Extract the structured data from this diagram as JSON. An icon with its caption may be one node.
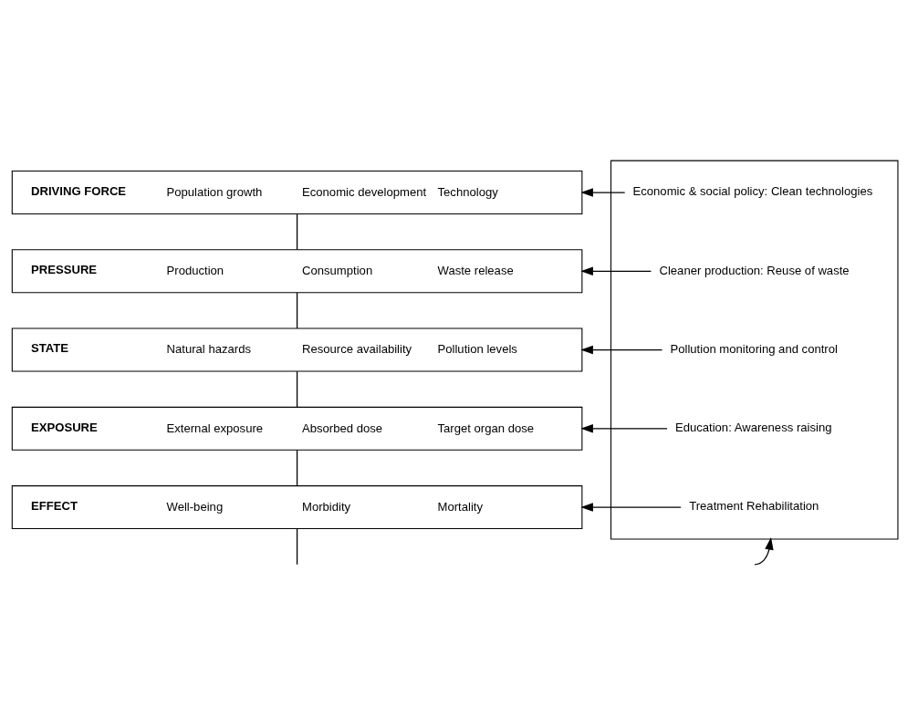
{
  "diagram": {
    "nodes": [
      {
        "text": [
          "DRIVING FORCE",
          "Population growth",
          "Economic development",
          "Technology"
        ]
      },
      {
        "text": [
          "PRESSURE",
          "Production",
          "Consumption",
          "Waste release"
        ]
      },
      {
        "text": [
          "STATE",
          "Natural hazards",
          "Resource availability",
          "Pollution levels"
        ]
      },
      {
        "text": [
          "EXPOSURE",
          "External exposure",
          "Absorbed dose",
          "Target organ dose"
        ]
      },
      {
        "text": [
          "EFFECT",
          "Well-being",
          "Morbidity",
          "Mortality"
        ]
      },
      {
        "text": [],
        "shape": "box"
      },
      {
        "text": [
          "Economic & social policy: Clean technologies"
        ],
        "in": 5
      },
      {
        "text": [
          "Cleaner production: Reuse of waste"
        ],
        "in": 5
      },
      {
        "text": [
          "Pollution monitoring and control"
        ],
        "in": 5
      },
      {
        "text": [
          "Education: Awareness raising"
        ],
        "in": 5
      },
      {
        "text": [
          "Treatment Rehabilitation"
        ],
        "in": 5
      }
    ],
    "edges": [
      {
        "from": 0,
        "to": 1,
        "arrow": "none"
      },
      {
        "from": 1,
        "to": 2,
        "arrow": "none"
      },
      {
        "from": 2,
        "to": 3,
        "arrow": "none"
      },
      {
        "from": 3,
        "to": 4,
        "arrow": "none"
      },
      {
        "from": 4,
        "to": null,
        "arrow": "none"
      },
      {
        "from": 6,
        "to": 0,
        "arrow": "to"
      },
      {
        "from": 7,
        "to": 1,
        "arrow": "to"
      },
      {
        "from": 8,
        "to": 2,
        "arrow": "to"
      },
      {
        "from": 9,
        "to": 3,
        "arrow": "to"
      },
      {
        "from": 10,
        "to": 4,
        "arrow": "to"
      },
      {
        "from": null,
        "to": 5,
        "arrow": "to"
      }
    ]
  }
}
